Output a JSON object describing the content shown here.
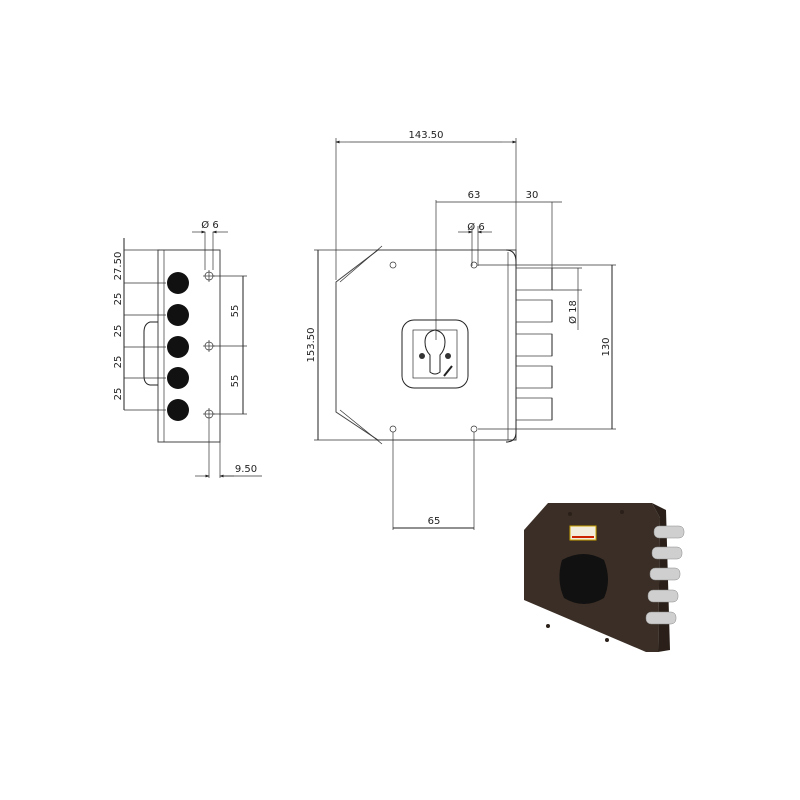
{
  "side_view": {
    "dims_left": [
      "27.50",
      "25",
      "25",
      "25",
      "25"
    ],
    "dims_right": [
      "55",
      "55"
    ],
    "dim_top": "Ø 6",
    "dim_bottom": "9.50",
    "bolt_count": 5
  },
  "front_view": {
    "dim_overall_width": "143.50",
    "dim_key_offset": "63",
    "dim_bolt_projection": "30",
    "dim_screw_hole": "Ø 6",
    "dim_height": "153.50",
    "dim_bolt_diameter": "Ø 18",
    "dim_bolt_span": "130",
    "dim_bottom_holes": "65",
    "bolt_count": 5
  },
  "photo": {
    "description": "Brown surface-mounted lock with five chrome bolts",
    "body_color": "#3a2e26",
    "bolt_color": "#c8c8c8",
    "label_badge": "brand-label"
  }
}
